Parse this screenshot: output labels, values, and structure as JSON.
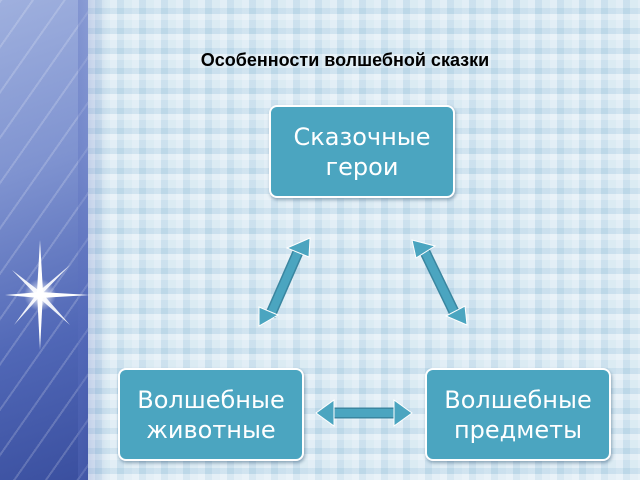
{
  "title": "Особенности волшебной сказки",
  "diagram": {
    "nodes": {
      "top": {
        "line1": "Сказочные",
        "line2": "герои"
      },
      "left": {
        "line1": "Волшебные",
        "line2": "животные"
      },
      "right": {
        "line1": "Волшебные",
        "line2": "предметы"
      }
    },
    "connections": [
      {
        "from": "top",
        "to": "left",
        "type": "double-arrow"
      },
      {
        "from": "top",
        "to": "right",
        "type": "double-arrow"
      },
      {
        "from": "left",
        "to": "right",
        "type": "double-arrow"
      }
    ],
    "colors": {
      "box_fill": "#4ba5c0",
      "box_border": "#ffffff",
      "arrow_fill": "#4ba5c0"
    }
  }
}
